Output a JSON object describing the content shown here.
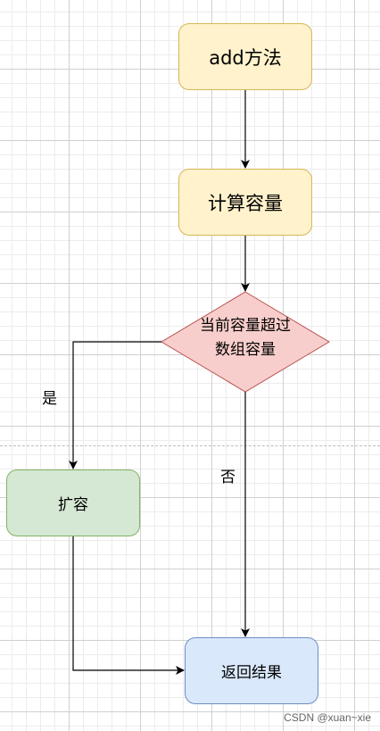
{
  "nodes": {
    "add_method": "add方法",
    "calc_capacity": "计算容量",
    "decision": "当前容量超过\n数组容量",
    "expand": "扩容",
    "return_result": "返回结果"
  },
  "edges": {
    "yes_label": "是",
    "no_label": "否"
  },
  "watermark": "CSDN @xuan~xie",
  "colors": {
    "process_fill": "#fff2cc",
    "process_stroke": "#d6b656",
    "decision_fill": "#f8cecc",
    "decision_stroke": "#b85450",
    "expand_fill": "#d5e8d4",
    "expand_stroke": "#82b366",
    "result_fill": "#dae8fc",
    "result_stroke": "#6c8ebf",
    "arrow": "#000000"
  }
}
